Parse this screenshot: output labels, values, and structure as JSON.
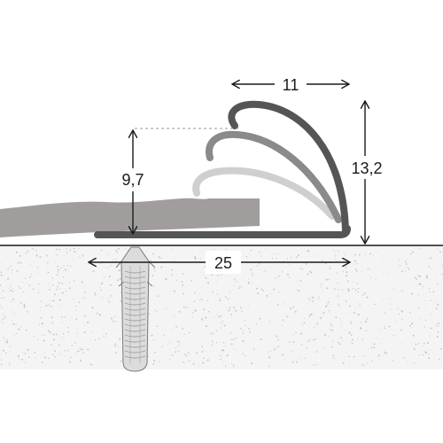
{
  "dimensions": {
    "top_width": "11",
    "total_height": "13,2",
    "lip_height": "9,7",
    "base_length": "25"
  },
  "colors": {
    "profile": "#555555",
    "profile_mid": "#8a8a8a",
    "profile_light": "#cfcfcf",
    "floor_covering": "#a19d9d",
    "subfloor": "#f4f4f4",
    "dots": "#c4c4c4",
    "dowel": "#dcdcdc",
    "line": "#1a1a1a"
  }
}
